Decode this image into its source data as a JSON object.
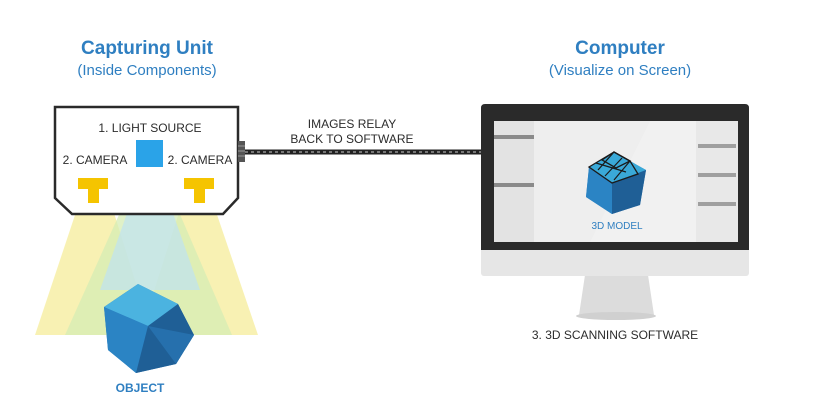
{
  "capturing_unit": {
    "title": "Capturing Unit",
    "subtitle": "(Inside Components)",
    "light_source_label": "1. LIGHT SOURCE",
    "camera_left_label": "2. CAMERA",
    "camera_right_label": "2. CAMERA"
  },
  "relay": {
    "line1": "IMAGES RELAY",
    "line2": "BACK TO SOFTWARE"
  },
  "computer": {
    "title": "Computer",
    "subtitle": "(Visualize on Screen)",
    "screen_label": "3D MODEL",
    "software_label": "3. 3D SCANNING SOFTWARE"
  },
  "object": {
    "label": "OBJECT"
  },
  "colors": {
    "accent_blue": "#2f7fc1",
    "light_source": "#2aa3e8",
    "camera_yellow": "#f5c400",
    "light_beam_yellow": "#f7efa6",
    "light_beam_green": "#d6ecb4",
    "light_beam_blue": "#bfe3f1",
    "monitor_dark": "#2a2a2a",
    "monitor_stand": "#e1e1e1"
  }
}
